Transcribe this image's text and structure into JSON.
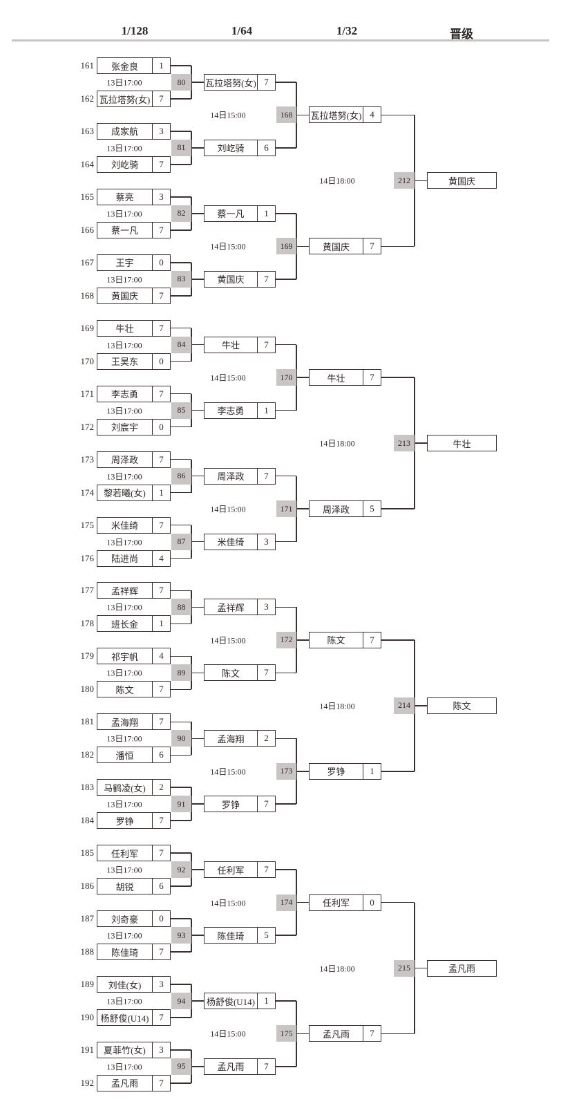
{
  "header": {
    "rounds": [
      "1/128",
      "1/64",
      "1/32",
      "晋级"
    ]
  },
  "colors": {
    "line": "#3a2e2e",
    "match_box": "#c9c5c5"
  },
  "groups": [
    {
      "match": "212",
      "time": "14日18:00",
      "winner": "黄国庆",
      "semis": [
        {
          "match": "168",
          "time": "14日15:00",
          "winner": {
            "name": "瓦拉塔努(女)",
            "score": "4"
          },
          "r2": [
            {
              "match": "80",
              "time": "13日17:00",
              "winner": {
                "name": "瓦拉塔努(女)",
                "score": "7"
              },
              "players": [
                {
                  "seed": "161",
                  "name": "张金良",
                  "score": "1"
                },
                {
                  "seed": "162",
                  "name": "瓦拉塔努(女)",
                  "score": "7"
                }
              ]
            },
            {
              "match": "81",
              "time": "13日17:00",
              "winner": {
                "name": "刘屹骑",
                "score": "6"
              },
              "players": [
                {
                  "seed": "163",
                  "name": "成家航",
                  "score": "3"
                },
                {
                  "seed": "164",
                  "name": "刘屹骑",
                  "score": "7"
                }
              ]
            }
          ]
        },
        {
          "match": "169",
          "time": "14日15:00",
          "winner": {
            "name": "黄国庆",
            "score": "7"
          },
          "r2": [
            {
              "match": "82",
              "time": "13日17:00",
              "winner": {
                "name": "蔡一凡",
                "score": "1"
              },
              "players": [
                {
                  "seed": "165",
                  "name": "蔡亮",
                  "score": "3"
                },
                {
                  "seed": "166",
                  "name": "蔡一凡",
                  "score": "7"
                }
              ]
            },
            {
              "match": "83",
              "time": "13日17:00",
              "winner": {
                "name": "黄国庆",
                "score": "7"
              },
              "players": [
                {
                  "seed": "167",
                  "name": "王宇",
                  "score": "0"
                },
                {
                  "seed": "168",
                  "name": "黄国庆",
                  "score": "7"
                }
              ]
            }
          ]
        }
      ]
    },
    {
      "match": "213",
      "time": "14日18:00",
      "winner": "牛壮",
      "semis": [
        {
          "match": "170",
          "time": "14日15:00",
          "winner": {
            "name": "牛壮",
            "score": "7"
          },
          "r2": [
            {
              "match": "84",
              "time": "13日17:00",
              "winner": {
                "name": "牛壮",
                "score": "7"
              },
              "players": [
                {
                  "seed": "169",
                  "name": "牛壮",
                  "score": "7"
                },
                {
                  "seed": "170",
                  "name": "王昊东",
                  "score": "0"
                }
              ]
            },
            {
              "match": "85",
              "time": "13日17:00",
              "winner": {
                "name": "李志勇",
                "score": "1"
              },
              "players": [
                {
                  "seed": "171",
                  "name": "李志勇",
                  "score": "7"
                },
                {
                  "seed": "172",
                  "name": "刘宸宇",
                  "score": "0"
                }
              ]
            }
          ]
        },
        {
          "match": "171",
          "time": "14日15:00",
          "winner": {
            "name": "周泽政",
            "score": "5"
          },
          "r2": [
            {
              "match": "86",
              "time": "13日17:00",
              "winner": {
                "name": "周泽政",
                "score": "7"
              },
              "players": [
                {
                  "seed": "173",
                  "name": "周泽政",
                  "score": "7"
                },
                {
                  "seed": "174",
                  "name": "黎若曦(女)",
                  "score": "1"
                }
              ]
            },
            {
              "match": "87",
              "time": "13日17:00",
              "winner": {
                "name": "米佳绮",
                "score": "3"
              },
              "players": [
                {
                  "seed": "175",
                  "name": "米佳绮",
                  "score": "7"
                },
                {
                  "seed": "176",
                  "name": "陆进尚",
                  "score": "4"
                }
              ]
            }
          ]
        }
      ]
    },
    {
      "match": "214",
      "time": "14日18:00",
      "winner": "陈文",
      "semis": [
        {
          "match": "172",
          "time": "14日15:00",
          "winner": {
            "name": "陈文",
            "score": "7"
          },
          "r2": [
            {
              "match": "88",
              "time": "13日17:00",
              "winner": {
                "name": "孟祥辉",
                "score": "3"
              },
              "players": [
                {
                  "seed": "177",
                  "name": "孟祥辉",
                  "score": "7"
                },
                {
                  "seed": "178",
                  "name": "班长金",
                  "score": "1"
                }
              ]
            },
            {
              "match": "89",
              "time": "13日17:00",
              "winner": {
                "name": "陈文",
                "score": "7"
              },
              "players": [
                {
                  "seed": "179",
                  "name": "祁宇帆",
                  "score": "4"
                },
                {
                  "seed": "180",
                  "name": "陈文",
                  "score": "7"
                }
              ]
            }
          ]
        },
        {
          "match": "173",
          "time": "14日15:00",
          "winner": {
            "name": "罗铮",
            "score": "1"
          },
          "r2": [
            {
              "match": "90",
              "time": "13日17:00",
              "winner": {
                "name": "孟海翔",
                "score": "2"
              },
              "players": [
                {
                  "seed": "181",
                  "name": "孟海翔",
                  "score": "7"
                },
                {
                  "seed": "182",
                  "name": "潘恒",
                  "score": "6"
                }
              ]
            },
            {
              "match": "91",
              "time": "13日17:00",
              "winner": {
                "name": "罗铮",
                "score": "7"
              },
              "players": [
                {
                  "seed": "183",
                  "name": "马鹤凌(女)",
                  "score": "2"
                },
                {
                  "seed": "184",
                  "name": "罗铮",
                  "score": "7"
                }
              ]
            }
          ]
        }
      ]
    },
    {
      "match": "215",
      "time": "14日18:00",
      "winner": "孟凡雨",
      "semis": [
        {
          "match": "174",
          "time": "14日15:00",
          "winner": {
            "name": "任利军",
            "score": "0"
          },
          "r2": [
            {
              "match": "92",
              "time": "13日17:00",
              "winner": {
                "name": "任利军",
                "score": "7"
              },
              "players": [
                {
                  "seed": "185",
                  "name": "任利军",
                  "score": "7"
                },
                {
                  "seed": "186",
                  "name": "胡锐",
                  "score": "6"
                }
              ]
            },
            {
              "match": "93",
              "time": "13日17:00",
              "winner": {
                "name": "陈佳琦",
                "score": "5"
              },
              "players": [
                {
                  "seed": "187",
                  "name": "刘奇豪",
                  "score": "0"
                },
                {
                  "seed": "188",
                  "name": "陈佳琦",
                  "score": "7"
                }
              ]
            }
          ]
        },
        {
          "match": "175",
          "time": "14日15:00",
          "winner": {
            "name": "孟凡雨",
            "score": "7"
          },
          "r2": [
            {
              "match": "94",
              "time": "13日17:00",
              "winner": {
                "name": "杨舒俊(U14)",
                "score": "1"
              },
              "players": [
                {
                  "seed": "189",
                  "name": "刘佳(女)",
                  "score": "3"
                },
                {
                  "seed": "190",
                  "name": "杨舒俊(U14)",
                  "score": "7"
                }
              ]
            },
            {
              "match": "95",
              "time": "13日17:00",
              "winner": {
                "name": "孟凡雨",
                "score": "7"
              },
              "players": [
                {
                  "seed": "191",
                  "name": "夏菲竹(女)",
                  "score": "3"
                },
                {
                  "seed": "192",
                  "name": "孟凡雨",
                  "score": "7"
                }
              ]
            }
          ]
        }
      ]
    }
  ]
}
